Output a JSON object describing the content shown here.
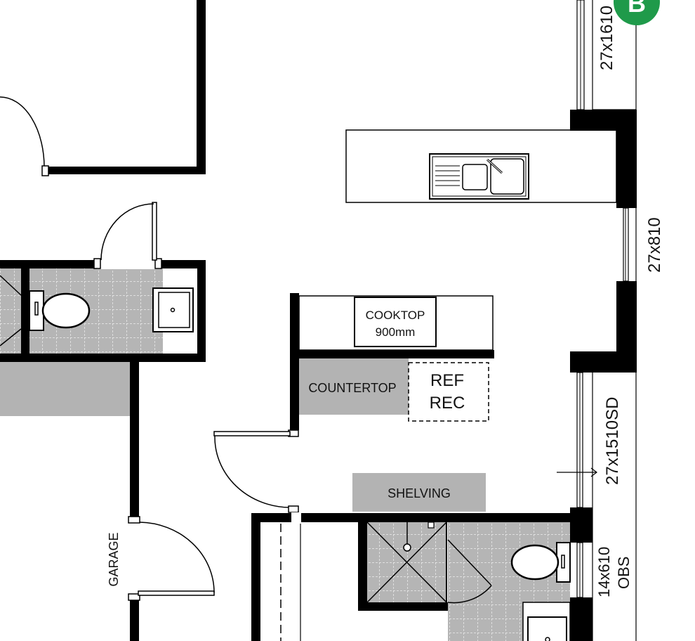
{
  "plan": {
    "labels": {
      "cooktop_line1": "COOKTOP",
      "cooktop_line2": "900mm",
      "countertop": "COUNTERTOP",
      "ref_line1": "REF",
      "ref_line2": "REC",
      "shelving": "SHELVING",
      "garage": "GARAGE"
    },
    "windows": {
      "top": "27x1610",
      "middle": "27x810",
      "sliding_door": "27x1510SD",
      "bath_line1": "14x610",
      "bath_line2": "OBS"
    },
    "marker": {
      "letter": "B",
      "color": "#1f9a4a"
    },
    "colors": {
      "wall": "#000000",
      "fill_grey": "#b3b3b3",
      "tile_line": "#e8e8e8"
    }
  }
}
